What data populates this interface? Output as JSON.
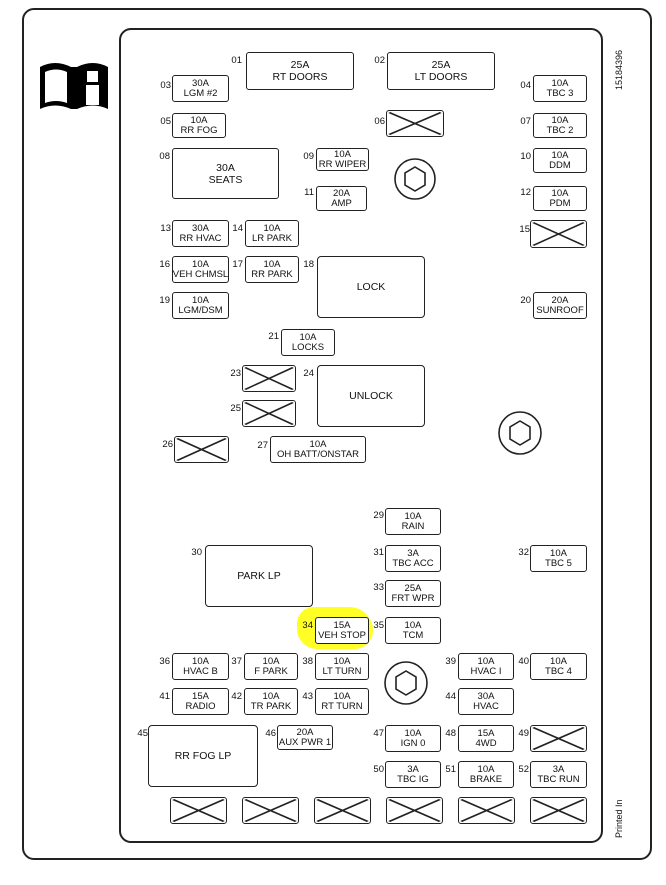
{
  "diagram": {
    "code": "15184396",
    "printed": "Printed In",
    "highlight_color": "#ffff1a",
    "info_icon": "manual-info-icon",
    "fuses": [
      {
        "id": "01",
        "num": "01",
        "amp": "25A",
        "name": "RT DOORS"
      },
      {
        "id": "02",
        "num": "02",
        "amp": "25A",
        "name": "LT DOORS"
      },
      {
        "id": "03",
        "num": "03",
        "amp": "30A",
        "name": "LGM #2"
      },
      {
        "id": "04",
        "num": "04",
        "amp": "10A",
        "name": "TBC 3"
      },
      {
        "id": "05",
        "num": "05",
        "amp": "10A",
        "name": "RR FOG"
      },
      {
        "id": "06",
        "num": "06",
        "amp": "",
        "name": ""
      },
      {
        "id": "07",
        "num": "07",
        "amp": "10A",
        "name": "TBC 2"
      },
      {
        "id": "08",
        "num": "08",
        "amp": "30A",
        "name": "SEATS"
      },
      {
        "id": "09",
        "num": "09",
        "amp": "10A",
        "name": "RR WIPER"
      },
      {
        "id": "10",
        "num": "10",
        "amp": "10A",
        "name": "DDM"
      },
      {
        "id": "11",
        "num": "11",
        "amp": "20A",
        "name": "AMP"
      },
      {
        "id": "12",
        "num": "12",
        "amp": "10A",
        "name": "PDM"
      },
      {
        "id": "13",
        "num": "13",
        "amp": "30A",
        "name": "RR HVAC"
      },
      {
        "id": "14",
        "num": "14",
        "amp": "10A",
        "name": "LR PARK"
      },
      {
        "id": "15",
        "num": "15",
        "amp": "",
        "name": ""
      },
      {
        "id": "16",
        "num": "16",
        "amp": "10A",
        "name": "VEH CHMSL"
      },
      {
        "id": "17",
        "num": "17",
        "amp": "10A",
        "name": "RR PARK"
      },
      {
        "id": "18",
        "num": "18",
        "amp": "",
        "name": "LOCK"
      },
      {
        "id": "19",
        "num": "19",
        "amp": "10A",
        "name": "LGM/DSM"
      },
      {
        "id": "20",
        "num": "20",
        "amp": "20A",
        "name": "SUNROOF"
      },
      {
        "id": "21",
        "num": "21",
        "amp": "10A",
        "name": "LOCKS"
      },
      {
        "id": "23",
        "num": "23",
        "amp": "",
        "name": ""
      },
      {
        "id": "24",
        "num": "24",
        "amp": "",
        "name": "UNLOCK"
      },
      {
        "id": "25",
        "num": "25",
        "amp": "",
        "name": ""
      },
      {
        "id": "26",
        "num": "26",
        "amp": "",
        "name": ""
      },
      {
        "id": "27",
        "num": "27",
        "amp": "10A",
        "name": "OH BATT/ONSTAR"
      },
      {
        "id": "29",
        "num": "29",
        "amp": "10A",
        "name": "RAIN"
      },
      {
        "id": "30",
        "num": "30",
        "amp": "",
        "name": "PARK LP"
      },
      {
        "id": "31",
        "num": "31",
        "amp": "3A",
        "name": "TBC ACC"
      },
      {
        "id": "32",
        "num": "32",
        "amp": "10A",
        "name": "TBC 5"
      },
      {
        "id": "33",
        "num": "33",
        "amp": "25A",
        "name": "FRT WPR"
      },
      {
        "id": "34",
        "num": "34",
        "amp": "15A",
        "name": "VEH STOP"
      },
      {
        "id": "35",
        "num": "35",
        "amp": "10A",
        "name": "TCM"
      },
      {
        "id": "36",
        "num": "36",
        "amp": "10A",
        "name": "HVAC B"
      },
      {
        "id": "37",
        "num": "37",
        "amp": "10A",
        "name": "F PARK"
      },
      {
        "id": "38",
        "num": "38",
        "amp": "10A",
        "name": "LT TURN"
      },
      {
        "id": "39",
        "num": "39",
        "amp": "10A",
        "name": "HVAC I"
      },
      {
        "id": "40",
        "num": "40",
        "amp": "10A",
        "name": "TBC 4"
      },
      {
        "id": "41",
        "num": "41",
        "amp": "15A",
        "name": "RADIO"
      },
      {
        "id": "42",
        "num": "42",
        "amp": "10A",
        "name": "TR PARK"
      },
      {
        "id": "43",
        "num": "43",
        "amp": "10A",
        "name": "RT TURN"
      },
      {
        "id": "44",
        "num": "44",
        "amp": "30A",
        "name": "HVAC"
      },
      {
        "id": "45",
        "num": "45",
        "amp": "",
        "name": "RR FOG LP"
      },
      {
        "id": "46",
        "num": "46",
        "amp": "20A",
        "name": "AUX PWR 1"
      },
      {
        "id": "47",
        "num": "47",
        "amp": "10A",
        "name": "IGN 0"
      },
      {
        "id": "48",
        "num": "48",
        "amp": "15A",
        "name": "4WD"
      },
      {
        "id": "49",
        "num": "49",
        "amp": "",
        "name": ""
      },
      {
        "id": "50",
        "num": "50",
        "amp": "3A",
        "name": "TBC IG"
      },
      {
        "id": "51",
        "num": "51",
        "amp": "10A",
        "name": "BRAKE"
      },
      {
        "id": "52",
        "num": "52",
        "amp": "3A",
        "name": "TBC RUN"
      },
      {
        "id": "B1",
        "num": "",
        "amp": "",
        "name": ""
      },
      {
        "id": "B2",
        "num": "",
        "amp": "",
        "name": ""
      },
      {
        "id": "B3",
        "num": "",
        "amp": "",
        "name": ""
      },
      {
        "id": "B4",
        "num": "",
        "amp": "",
        "name": ""
      },
      {
        "id": "B5",
        "num": "",
        "amp": "",
        "name": ""
      },
      {
        "id": "B6",
        "num": "",
        "amp": "",
        "name": ""
      }
    ],
    "highlighted_fuse": "34"
  }
}
